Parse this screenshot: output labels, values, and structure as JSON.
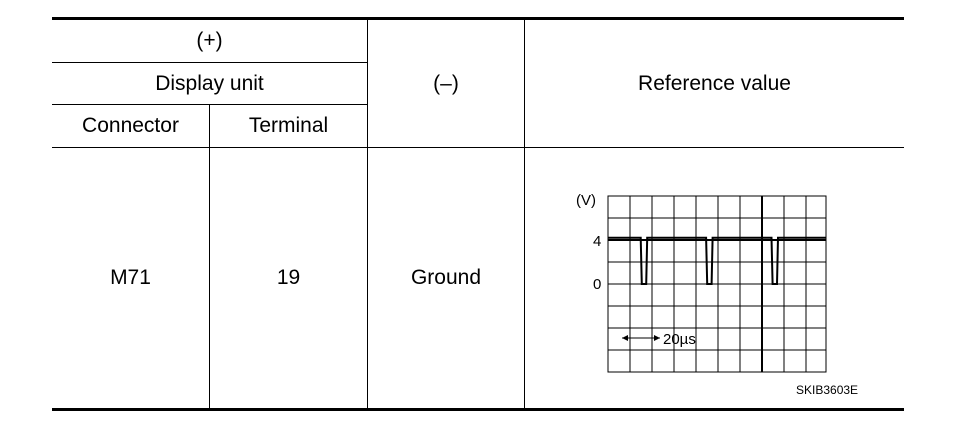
{
  "table": {
    "header": {
      "plus": "(+)",
      "display_unit": "Display unit",
      "minus": "(–)",
      "reference": "Reference value",
      "connector": "Connector",
      "terminal": "Terminal"
    },
    "row": {
      "connector": "M71",
      "terminal": "19",
      "minus": "Ground"
    }
  },
  "scope": {
    "unit_label": "(V)",
    "y_label_high": "4",
    "y_label_low": "0",
    "time_scale": "20µs",
    "figure_code": "SKIB3603E"
  },
  "chart_data": {
    "type": "line",
    "ylabel": "(V)",
    "y_ticks": [
      "4",
      "0"
    ],
    "time_per_division": "20µs",
    "waveform": "pulse train: steady ~4 V with three brief drops to ~0 V",
    "x_us": [
      0,
      30,
      31,
      35,
      36,
      90,
      91,
      95,
      96,
      150,
      151,
      155,
      156,
      200
    ],
    "y_volts": [
      4.2,
      4.2,
      0,
      0,
      4.2,
      4.2,
      0,
      0,
      4.2,
      4.2,
      0,
      0,
      4.2,
      4.2
    ]
  }
}
